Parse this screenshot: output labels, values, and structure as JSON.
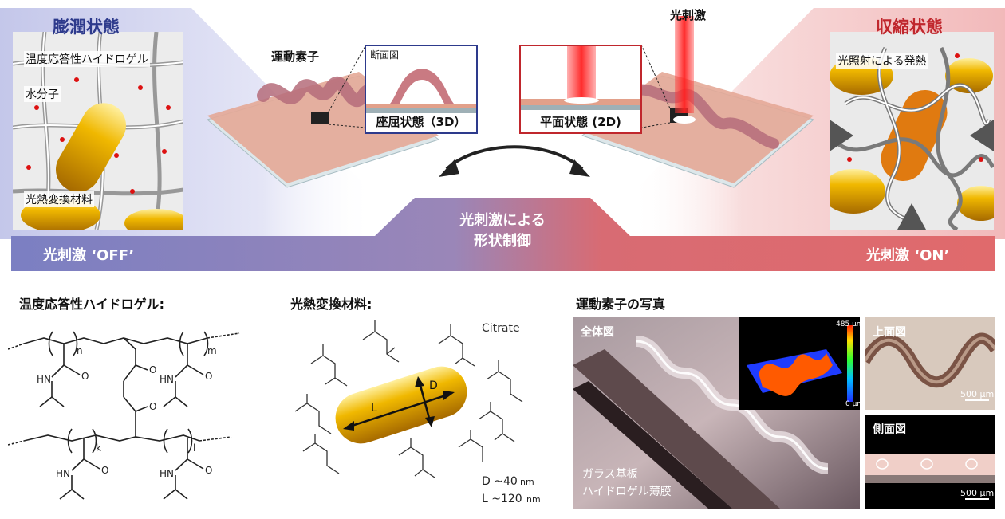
{
  "top": {
    "swollen_title": "膨潤状態",
    "shrunk_title": "収縮状態",
    "hydrogel_label": "温度応答性ハイドロゲル",
    "water_label": "水分子",
    "photothermal_label": "光熱変換材料",
    "heat_label": "光照射による発熱",
    "actuator_label": "運動素子",
    "cross_section_label": "断面図",
    "light_label": "光刺激",
    "buckled_label": "座屈状態（3D）",
    "flat_label": "平面状態 (2D)",
    "center_text_line1": "光刺激による",
    "center_text_line2": "形状制御",
    "off_label": "光刺激 ‘OFF’",
    "on_label": "光刺激 ‘ON’"
  },
  "bottom": {
    "hydrogel_heading": "温度応答性ハイドロゲル:",
    "photothermal_heading": "光熱変換材料:",
    "photo_heading": "運動素子の写真",
    "citrate_label": "Citrate",
    "d_label": "D",
    "l_label": "L",
    "d_size": "D ~40",
    "l_size": "L ~120",
    "unit_nm": "nm",
    "struct": {
      "n": "n",
      "m": "m",
      "k": "k",
      "l": "l",
      "hn": "HN",
      "o": "O"
    },
    "photos": {
      "overall_label": "全体図",
      "top_label": "上面図",
      "side_label": "側面図",
      "glass_label": "ガラス基板",
      "film_label": "ハイドロゲル薄膜",
      "scale_top": "485",
      "scale_bottom": "0",
      "scale_unit": "μm",
      "scalebar_top": "500 μm",
      "scalebar_side": "500 μm"
    }
  },
  "colors": {
    "blue": "#2d3a8c",
    "red": "#c0272d",
    "banner_left": "#7e81c4",
    "banner_right": "#e06a6c",
    "gel": "#c97a82",
    "gold": "#e3a400"
  }
}
